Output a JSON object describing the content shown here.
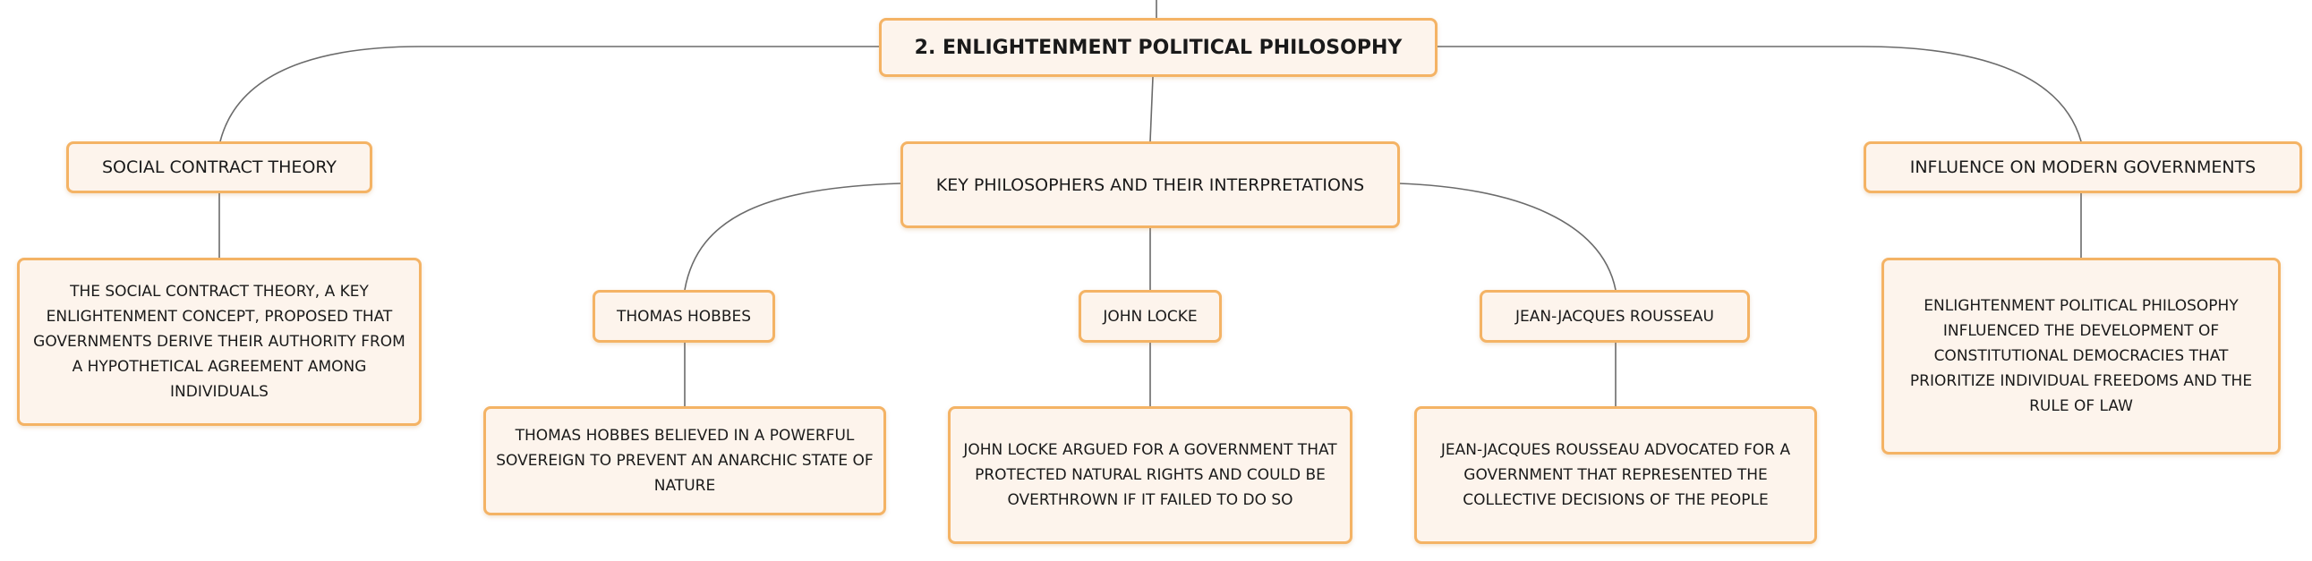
{
  "diagram": {
    "root": "2. ENLIGHTENMENT POLITICAL PHILOSOPHY",
    "branches": {
      "social_contract": {
        "title": "SOCIAL CONTRACT THEORY",
        "description": "THE SOCIAL CONTRACT THEORY, A KEY ENLIGHTENMENT CONCEPT, PROPOSED THAT GOVERNMENTS DERIVE THEIR AUTHORITY FROM A HYPOTHETICAL AGREEMENT AMONG INDIVIDUALS"
      },
      "key_philosophers": {
        "title": "KEY PHILOSOPHERS AND THEIR INTERPRETATIONS",
        "hobbes": {
          "name": "THOMAS HOBBES",
          "description": "THOMAS HOBBES BELIEVED IN A POWERFUL SOVEREIGN TO PREVENT AN ANARCHIC STATE OF NATURE"
        },
        "locke": {
          "name": "JOHN LOCKE",
          "description": "JOHN LOCKE ARGUED FOR A GOVERNMENT THAT PROTECTED NATURAL RIGHTS AND COULD BE OVERTHROWN IF IT FAILED TO DO SO"
        },
        "rousseau": {
          "name": "JEAN-JACQUES ROUSSEAU",
          "description": "JEAN-JACQUES ROUSSEAU ADVOCATED FOR A GOVERNMENT THAT REPRESENTED THE COLLECTIVE DECISIONS OF THE PEOPLE"
        }
      },
      "influence": {
        "title": "INFLUENCE ON MODERN GOVERNMENTS",
        "description": "ENLIGHTENMENT POLITICAL PHILOSOPHY INFLUENCED THE DEVELOPMENT OF CONSTITUTIONAL DEMOCRACIES THAT PRIORITIZE INDIVIDUAL FREEDOMS AND THE RULE OF LAW"
      }
    }
  },
  "colors": {
    "node_fill": "#fdf4ec",
    "node_border": "#f4b365",
    "connector": "#6b6b6b",
    "text": "#1a1a1a"
  }
}
